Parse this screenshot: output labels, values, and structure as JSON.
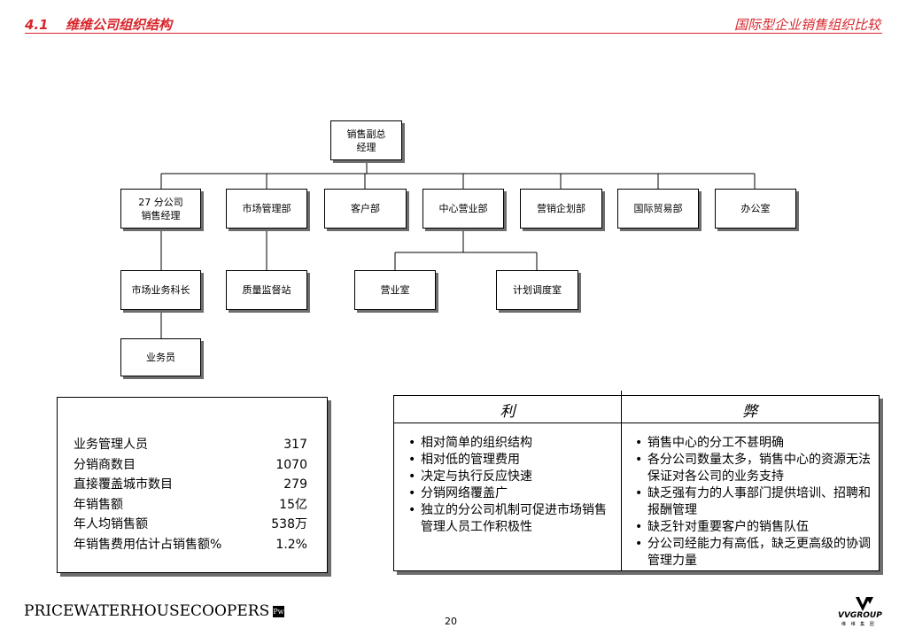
{
  "header": {
    "section_number": "4.1",
    "section_title": "维维公司组织结构",
    "doc_title": "国际型企业销售组织比较"
  },
  "org": {
    "root": "销售副总经理",
    "root_line1": "销售副总",
    "root_line2": "经理",
    "dept1_line1": "27 分公司",
    "dept1_line2": "销售经理",
    "dept2": "市场管理部",
    "dept3": "客户部",
    "dept4": "中心营业部",
    "dept5": "营销企划部",
    "dept6": "国际贸易部",
    "dept7": "办公室",
    "sub1": "市场业务科长",
    "sub2": "质量监督站",
    "sub3": "营业室",
    "sub4": "计划调度室",
    "sub5": "业务员"
  },
  "stats": {
    "rows": [
      {
        "label": "业务管理人员",
        "value": "317"
      },
      {
        "label": "分销商数目",
        "value": "1070"
      },
      {
        "label": "直接覆盖城市数目",
        "value": "279"
      },
      {
        "label": "年销售额",
        "value": "15亿"
      },
      {
        "label": "年人均销售额",
        "value": "538万"
      },
      {
        "label": "年销售费用估计占销售额%",
        "value": "1.2%"
      }
    ]
  },
  "pros_cons": {
    "pros_header": "利",
    "cons_header": "弊",
    "pros": [
      "相对简单的组织结构",
      "相对低的管理费用",
      "决定与执行反应快速",
      "分销网络覆盖广",
      "独立的分公司机制可促进市场销售管理人员工作积极性"
    ],
    "cons": [
      "销售中心的分工不甚明确",
      "各分公司数量太多，销售中心的资源无法保证对各公司的业务支持",
      "缺乏强有力的人事部门提供培训、招聘和报酬管理",
      "缺乏针对重要客户的销售队伍",
      "分公司经能力有高低，缺乏更高级的协调管理力量"
    ]
  },
  "footer": {
    "pwc_logo_text": "PRICEWATERHOUSECOOPERS",
    "pwc_mark": "PwC",
    "page_number": "20",
    "vv_logo_text": "VVGROUP",
    "vv_sub_text": "维 维 集 团"
  }
}
